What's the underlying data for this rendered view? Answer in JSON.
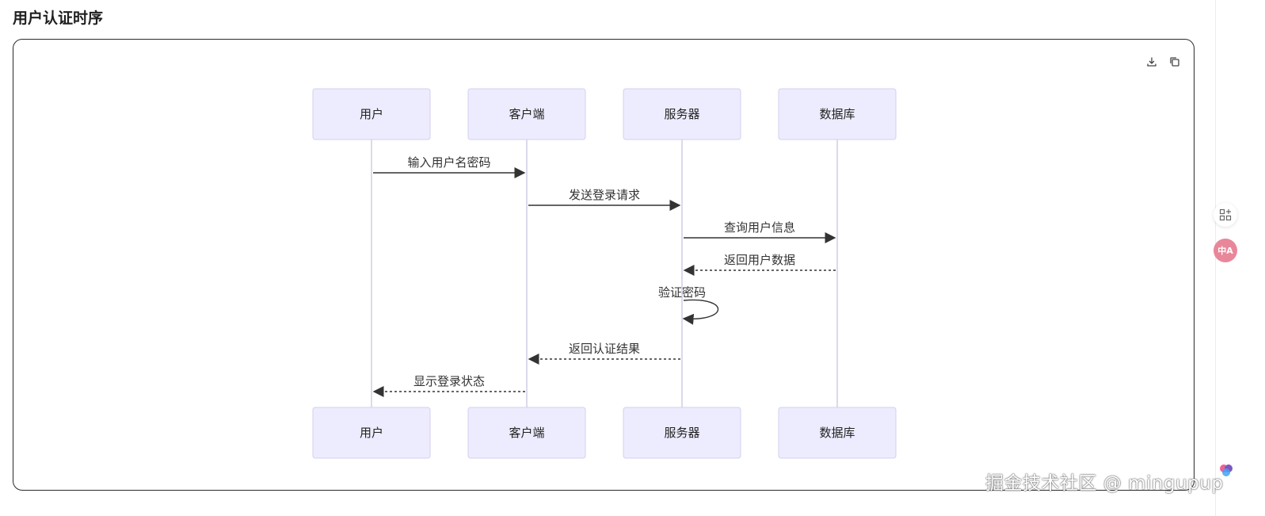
{
  "page": {
    "title": "用户认证时序"
  },
  "toolbar": {
    "download_icon": "download-icon",
    "copy_icon": "copy-icon"
  },
  "diagram": {
    "type": "sequence",
    "actors": [
      "用户",
      "客户端",
      "服务器",
      "数据库"
    ],
    "messages": [
      {
        "from": 0,
        "to": 1,
        "label": "输入用户名密码",
        "style": "solid"
      },
      {
        "from": 1,
        "to": 2,
        "label": "发送登录请求",
        "style": "solid"
      },
      {
        "from": 2,
        "to": 3,
        "label": "查询用户信息",
        "style": "solid"
      },
      {
        "from": 3,
        "to": 2,
        "label": "返回用户数据",
        "style": "dashed"
      },
      {
        "from": 2,
        "to": 2,
        "label": "验证密码",
        "style": "solid"
      },
      {
        "from": 2,
        "to": 1,
        "label": "返回认证结果",
        "style": "dashed"
      },
      {
        "from": 1,
        "to": 0,
        "label": "显示登录状态",
        "style": "dashed"
      }
    ]
  },
  "side_rail": {
    "apps_icon": "apps-icon",
    "translate_icon": "translate-icon",
    "translate_badge": "中A",
    "assistant_icon": "brain-icon"
  },
  "watermark": {
    "text": "掘金技术社区 @ mingupup"
  },
  "colors": {
    "actor_fill": "#ececfe",
    "actor_stroke": "#d3d0f0",
    "lifeline": "#cfcde6",
    "arrow": "#333333",
    "translate_badge": "#e9879a"
  }
}
